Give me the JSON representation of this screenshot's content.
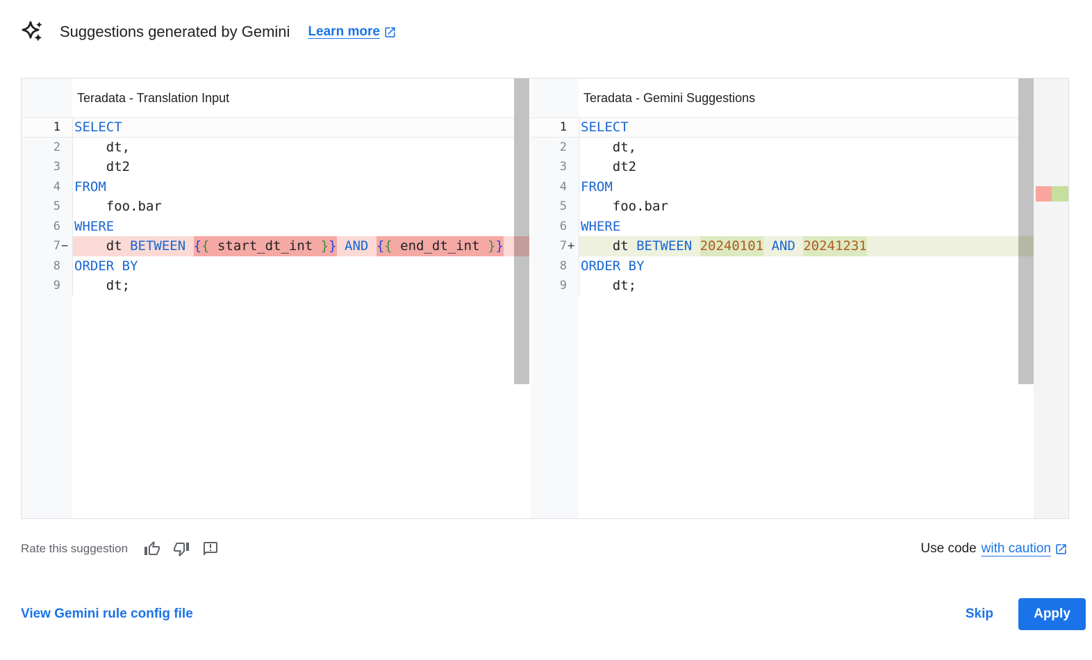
{
  "header": {
    "sparkle_icon": "gemini-sparkle-icon",
    "title": "Suggestions generated by Gemini",
    "learn_more_label": "Learn more",
    "learn_more_icon": "open-in-new-icon"
  },
  "colors": {
    "accent": "#1a73e8",
    "text": "#202124",
    "muted": "#5f6368",
    "border": "#dcdfe3",
    "gutter": "#f8f9fa",
    "line-num": "#80868b",
    "kw": "#1967d2",
    "num": "#b25a1e",
    "b1": "#2742e0",
    "b2": "#3f8e3f",
    "removed-line": "#fbdad6",
    "removed-word": "#f5a9a4",
    "added-line": "#eef1de",
    "added-word": "#dde9c1",
    "ruler-red": "#f9a59d",
    "ruler-green": "#c7df9e",
    "thumb": "#c2c2c2",
    "thumb-red": "#c39d9a",
    "thumb-green": "#b3b9a2"
  },
  "diff": {
    "left": {
      "title": "Teradata - Translation Input",
      "lines": [
        {
          "n": 1,
          "active": true,
          "tokens": [
            [
              "SELECT",
              "kw"
            ]
          ]
        },
        {
          "n": 2,
          "tokens": [
            [
              "    dt,",
              "pl"
            ]
          ]
        },
        {
          "n": 3,
          "tokens": [
            [
              "    dt2",
              "pl"
            ]
          ]
        },
        {
          "n": 4,
          "tokens": [
            [
              "FROM",
              "kw"
            ]
          ]
        },
        {
          "n": 5,
          "tokens": [
            [
              "    foo.bar",
              "pl"
            ]
          ]
        },
        {
          "n": 6,
          "tokens": [
            [
              "WHERE",
              "kw"
            ]
          ]
        },
        {
          "n": 7,
          "marker": "−",
          "change": "removed",
          "tokens": [
            [
              "    dt ",
              "pl"
            ],
            [
              "BETWEEN",
              "kw"
            ],
            [
              " ",
              "pl"
            ],
            [
              "{",
              "b1",
              "w"
            ],
            [
              "{",
              "b2",
              "w"
            ],
            [
              " start_dt_int ",
              "pl",
              "w"
            ],
            [
              "}",
              "b2",
              "w"
            ],
            [
              "}",
              "b1",
              "w"
            ],
            [
              " ",
              "pl"
            ],
            [
              "AND",
              "kw"
            ],
            [
              " ",
              "pl"
            ],
            [
              "{",
              "b1",
              "w"
            ],
            [
              "{",
              "b2",
              "w"
            ],
            [
              " end_dt_int ",
              "pl",
              "w"
            ],
            [
              "}",
              "b2",
              "w"
            ],
            [
              "}",
              "b1",
              "w"
            ]
          ]
        },
        {
          "n": 8,
          "tokens": [
            [
              "ORDER BY",
              "kw"
            ]
          ]
        },
        {
          "n": 9,
          "tokens": [
            [
              "    dt;",
              "pl"
            ]
          ]
        }
      ]
    },
    "right": {
      "title": "Teradata - Gemini Suggestions",
      "lines": [
        {
          "n": 1,
          "active": true,
          "tokens": [
            [
              "SELECT",
              "kw"
            ]
          ]
        },
        {
          "n": 2,
          "tokens": [
            [
              "    dt,",
              "pl"
            ]
          ]
        },
        {
          "n": 3,
          "tokens": [
            [
              "    dt2",
              "pl"
            ]
          ]
        },
        {
          "n": 4,
          "tokens": [
            [
              "FROM",
              "kw"
            ]
          ]
        },
        {
          "n": 5,
          "tokens": [
            [
              "    foo.bar",
              "pl"
            ]
          ]
        },
        {
          "n": 6,
          "tokens": [
            [
              "WHERE",
              "kw"
            ]
          ]
        },
        {
          "n": 7,
          "marker": "+",
          "change": "added",
          "tokens": [
            [
              "    dt ",
              "pl"
            ],
            [
              "BETWEEN",
              "kw"
            ],
            [
              " ",
              "pl"
            ],
            [
              "20240101",
              "nm",
              "w"
            ],
            [
              " ",
              "pl"
            ],
            [
              "AND",
              "kw"
            ],
            [
              " ",
              "pl"
            ],
            [
              "20241231",
              "nm",
              "w"
            ]
          ]
        },
        {
          "n": 8,
          "tokens": [
            [
              "ORDER BY",
              "kw"
            ]
          ]
        },
        {
          "n": 9,
          "tokens": [
            [
              "    dt;",
              "pl"
            ]
          ]
        }
      ]
    }
  },
  "footer": {
    "rate_label": "Rate this suggestion",
    "rate_icons": [
      "thumb-up-icon",
      "thumb-down-icon",
      "feedback-icon"
    ],
    "use_code_label": "Use code",
    "with_caution_label": "with caution",
    "caution_icon": "open-in-new-icon"
  },
  "actions": {
    "view_config_label": "View Gemini rule config file",
    "skip_label": "Skip",
    "apply_label": "Apply"
  }
}
